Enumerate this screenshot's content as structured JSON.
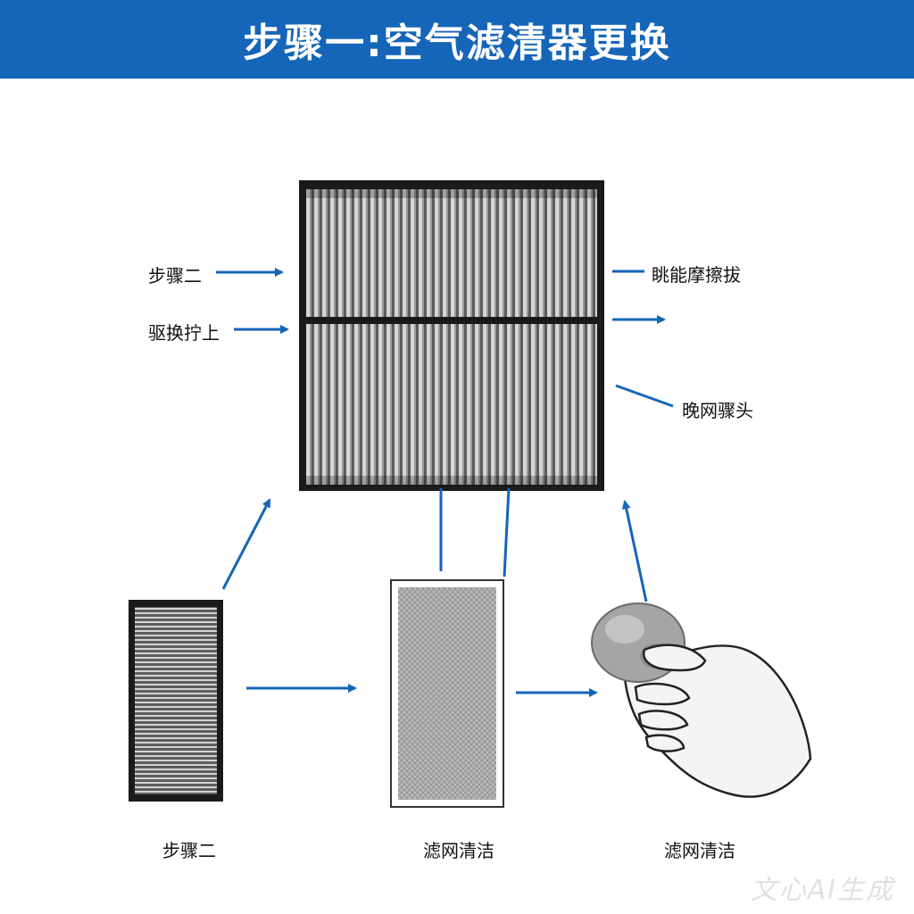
{
  "header": {
    "title": "步骤一:空气滤清器更换"
  },
  "left_labels": {
    "top": "步骤二",
    "bottom": "驱换拧上"
  },
  "right_labels": {
    "top": "眺能摩擦拔",
    "bottom": "晚网骤头"
  },
  "captions": {
    "left": "步骤二",
    "middle": "滤网清洁",
    "right": "滤网清洁"
  },
  "watermark": "文心AI生成",
  "colors": {
    "header": "#1565b8",
    "arrow": "#1565b8"
  }
}
